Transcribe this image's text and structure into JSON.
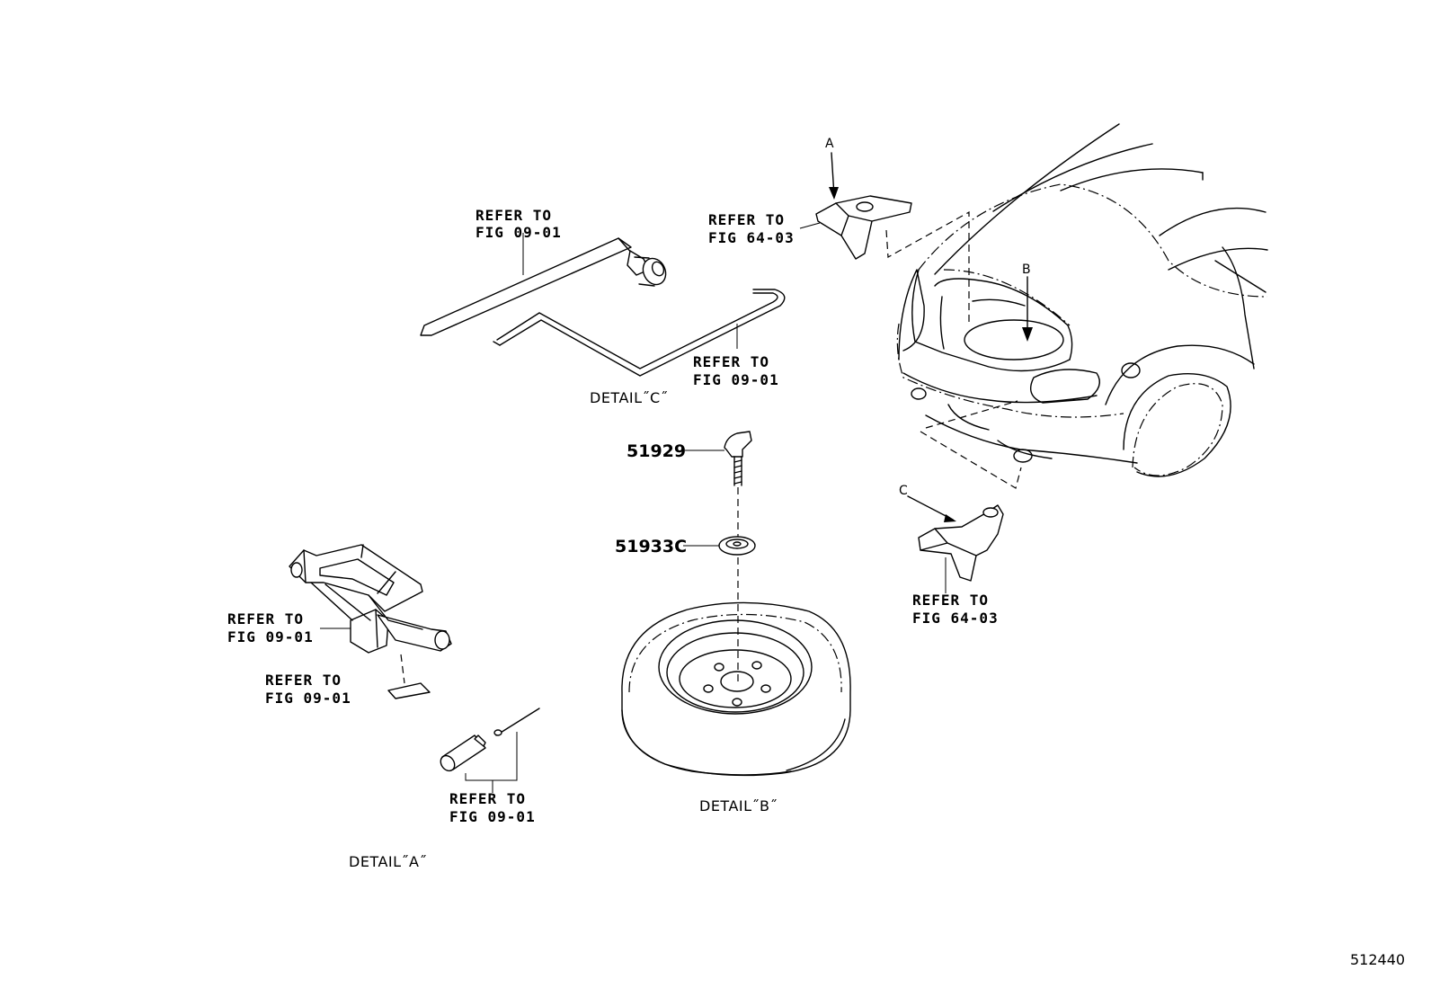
{
  "callouts": {
    "c1_l1": "REFER TO",
    "c1_l2": "FIG 09-01",
    "c2_l1": "REFER TO",
    "c2_l2": "FIG 09-01",
    "c3_l1": "REFER TO",
    "c3_l2": "FIG 64-03",
    "c4_l1": "REFER TO",
    "c4_l2": "FIG 64-03",
    "c5_l1": "REFER TO",
    "c5_l2": "FIG 09-01",
    "c6_l1": "REFER TO",
    "c6_l2": "FIG 09-01",
    "c7_l1": "REFER TO",
    "c7_l2": "FIG 09-01"
  },
  "parts": {
    "hold_down_bolt": "51929",
    "spacer": "51933C"
  },
  "details": {
    "a": "DETAIL˝A˝",
    "b": "DETAIL˝B˝",
    "c": "DETAIL˝C˝"
  },
  "view_letters": {
    "a": "A",
    "b": "B",
    "c": "C"
  },
  "illustration_code": "512440"
}
